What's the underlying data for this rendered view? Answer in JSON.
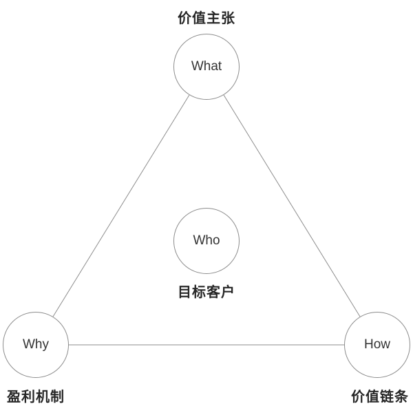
{
  "diagram": {
    "nodes": {
      "what": {
        "text": "What",
        "label": "价值主张"
      },
      "who": {
        "text": "Who",
        "label": "目标客户"
      },
      "why": {
        "text": "Why",
        "label": "盈利机制"
      },
      "how": {
        "text": "How",
        "label": "价值链条"
      }
    },
    "colors": {
      "background": "#ffffff",
      "stroke": "#8c8c8c",
      "node_text": "#333333",
      "label_text": "#262626"
    }
  }
}
